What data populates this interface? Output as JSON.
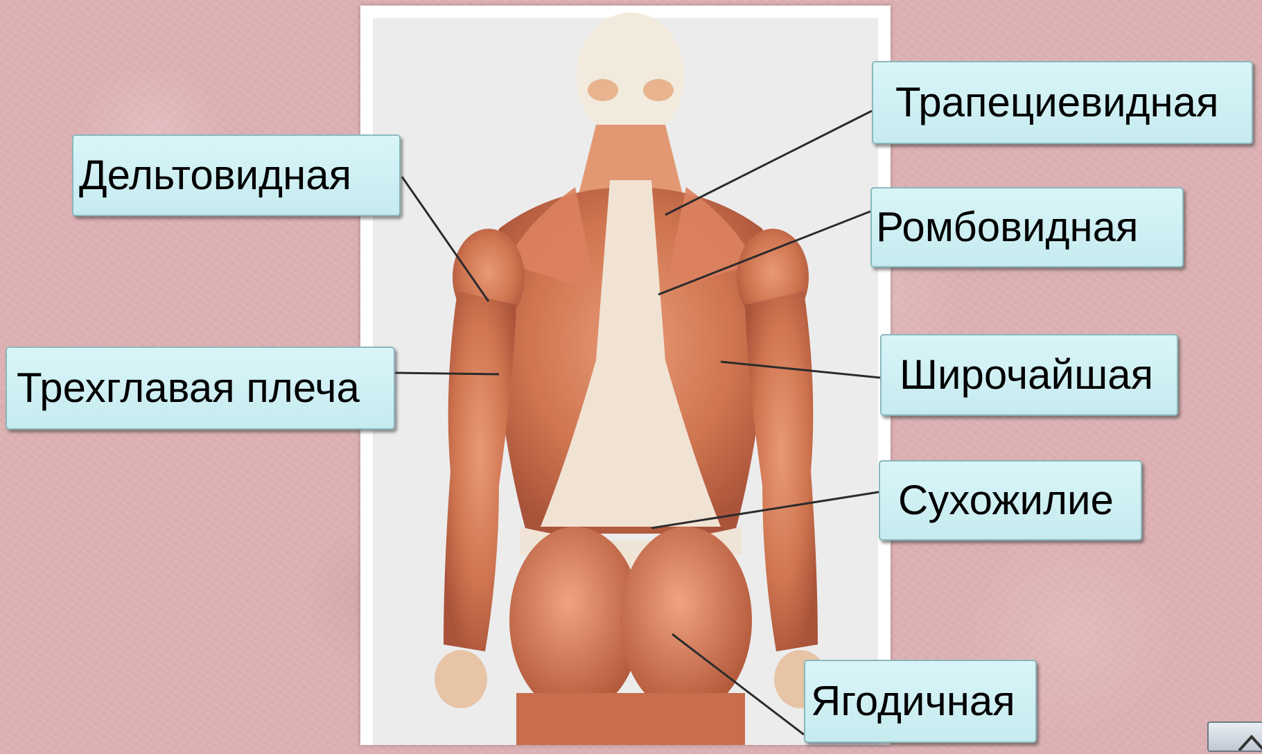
{
  "labels": {
    "trapezius": "Трапециевидная",
    "deltoid": "Дельтовидная",
    "rhomboid": "Ромбовидная",
    "triceps": "Трехглавая плеча",
    "latissimus": "Широчайшая",
    "tendon": "Сухожилие",
    "gluteal": "Ягодичная"
  },
  "nav": {
    "icon": "back-arrow-icon"
  },
  "colors": {
    "label_fill": "#cdeff3",
    "muscle": "#c96f4d",
    "background": "#dcb0b2"
  }
}
